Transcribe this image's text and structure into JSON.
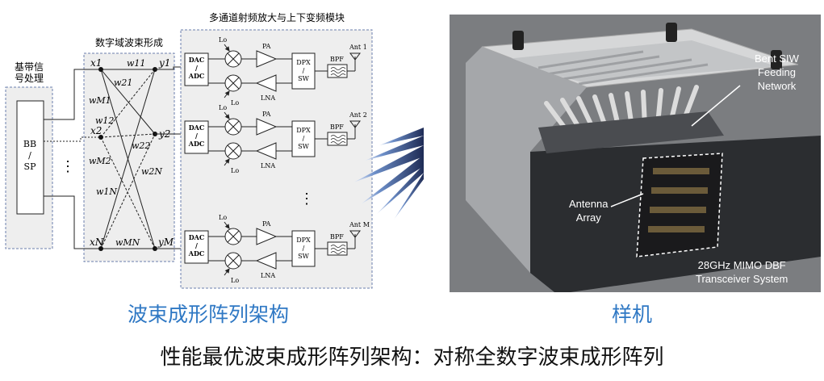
{
  "diagram": {
    "rf_module_title": "多通道射频放大与上下变频模块",
    "dbf_title": "数字域波束形成",
    "baseband_title_line1": "基带信",
    "baseband_title_line2": "号处理",
    "bbsp_line1": "BB",
    "bbsp_line2": "/",
    "bbsp_line3": "SP",
    "inputs": [
      "x1",
      "x2",
      "xN"
    ],
    "outputs": [
      "y1",
      "y2",
      "yM"
    ],
    "weights": [
      "w11",
      "w21",
      "wM1",
      "w12",
      "w22",
      "wM2",
      "w2N",
      "w1N",
      "wMN"
    ],
    "dac_label": [
      "DAC",
      "/",
      "ADC"
    ],
    "dpx_label": [
      "DPX",
      "/",
      "SW"
    ],
    "pa": "PA",
    "lna": "LNA",
    "lo": "Lo",
    "bpf": "BPF",
    "antennas": [
      "Ant 1",
      "Ant 2",
      "Ant M"
    ],
    "dots": "⋮"
  },
  "photo": {
    "label_feed_1": "Bent SIW",
    "label_feed_2": "Feeding",
    "label_feed_3": "Network",
    "label_array_1": "Antenna",
    "label_array_2": "Array",
    "label_sys_1": "28GHz MIMO DBF",
    "label_sys_2": "Transceiver System"
  },
  "captions": {
    "left": "波束成形阵列架构",
    "right": "样机",
    "bottom": "性能最优波束成形阵列架构：对称全数字波束成形阵列"
  },
  "colors": {
    "accent_blue": "#2f78c4",
    "beam_dark": "#1f2f5a"
  }
}
